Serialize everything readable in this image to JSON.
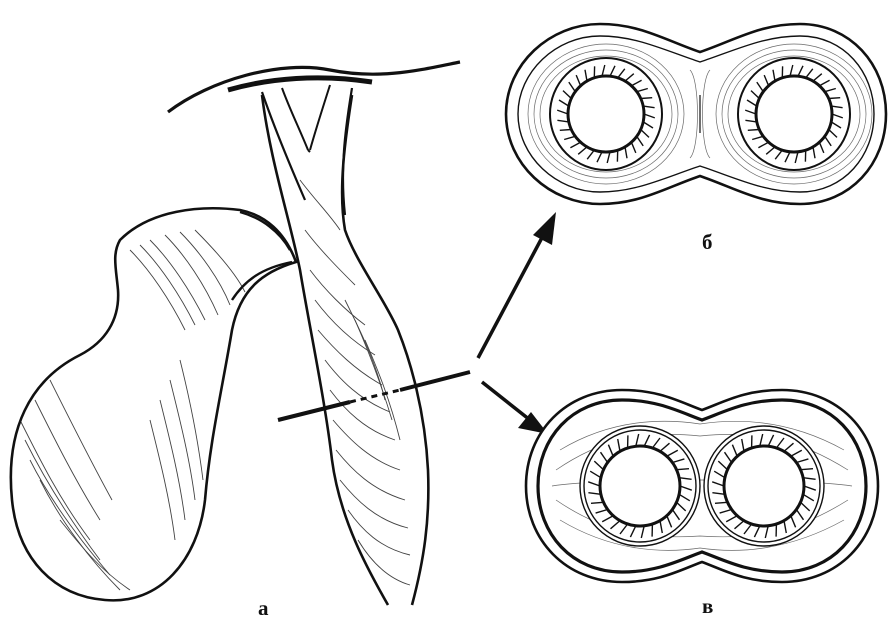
{
  "figure": {
    "labels": {
      "a": "а",
      "b": "б",
      "v": "в"
    }
  },
  "colors": {
    "ink": "#111111",
    "background": "#ffffff"
  }
}
